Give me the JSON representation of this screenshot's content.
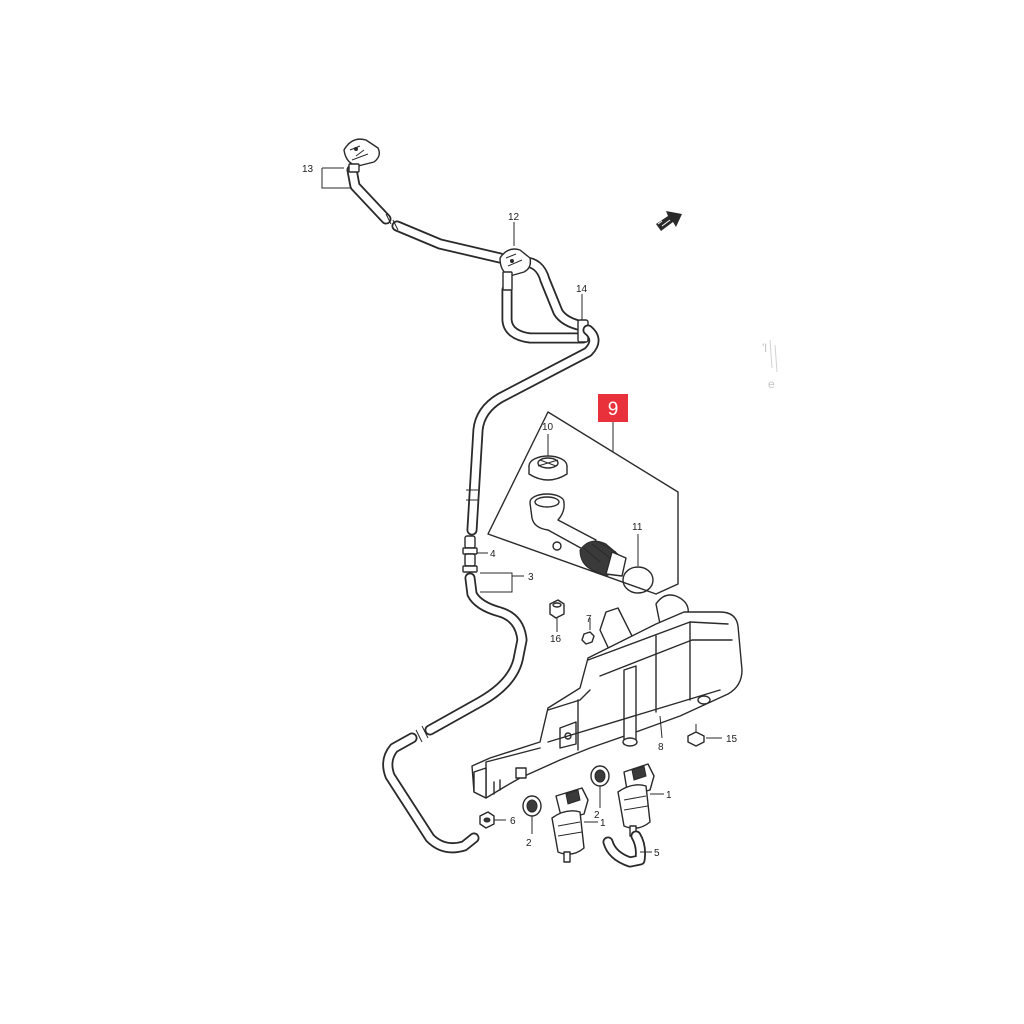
{
  "diagram": {
    "highlight_color": "#e8313a",
    "line_color": "#2a2a2a",
    "background": "#ffffff",
    "badge": {
      "number": "9"
    },
    "callouts": [
      {
        "id": "c13",
        "text": "13"
      },
      {
        "id": "c12",
        "text": "12"
      },
      {
        "id": "c14",
        "text": "14"
      },
      {
        "id": "c10",
        "text": "10"
      },
      {
        "id": "c11",
        "text": "11"
      },
      {
        "id": "c4",
        "text": "4"
      },
      {
        "id": "c3",
        "text": "3"
      },
      {
        "id": "c7",
        "text": "7"
      },
      {
        "id": "c16",
        "text": "16"
      },
      {
        "id": "c8",
        "text": "8"
      },
      {
        "id": "c15",
        "text": "15"
      },
      {
        "id": "c1a",
        "text": "1"
      },
      {
        "id": "c1b",
        "text": "1"
      },
      {
        "id": "c2a",
        "text": "2"
      },
      {
        "id": "c2b",
        "text": "2"
      },
      {
        "id": "c6",
        "text": "6"
      },
      {
        "id": "c5",
        "text": "5"
      }
    ],
    "front_arrow_icon": "arrow-icon"
  }
}
